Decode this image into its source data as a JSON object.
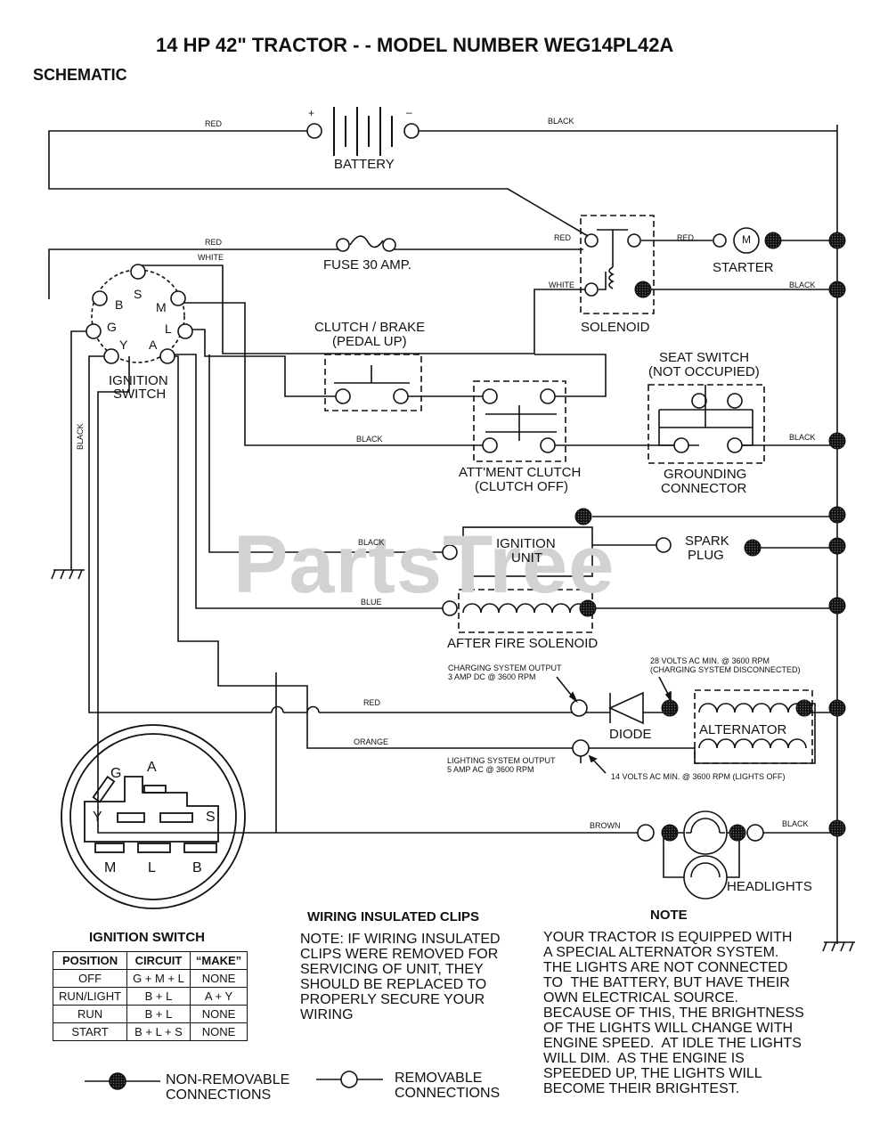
{
  "title": "14 HP 42\" TRACTOR - - MODEL NUMBER WEG14PL42A",
  "section": "SCHEMATIC",
  "watermark": "PartsTree",
  "components": {
    "battery": "BATTERY",
    "battery_pos": "+",
    "battery_neg": "–",
    "fuse": "FUSE 30 AMP.",
    "starter": "STARTER",
    "starter_symbol": "M",
    "solenoid": "SOLENOID",
    "ignition_switch_line1": "IGNITION",
    "ignition_switch_line2": "SWITCH",
    "clutch_brake_line1": "CLUTCH / BRAKE",
    "clutch_brake_line2": "(PEDAL UP)",
    "seat_switch_line1": "SEAT SWITCH",
    "seat_switch_line2": "(NOT OCCUPIED)",
    "attment_clutch_line1": "ATT'MENT CLUTCH",
    "attment_clutch_line2": "(CLUTCH OFF)",
    "grounding_connector_line1": "GROUNDING",
    "grounding_connector_line2": "CONNECTOR",
    "ignition_unit_line1": "IGNITION",
    "ignition_unit_line2": "UNIT",
    "spark_plug_line1": "SPARK",
    "spark_plug_line2": "PLUG",
    "after_fire_solenoid": "AFTER FIRE SOLENOID",
    "diode": "DIODE",
    "alternator": "ALTERNATOR",
    "headlights": "HEADLIGHTS"
  },
  "wire_labels": {
    "red_top": "RED",
    "black_top": "BLACK",
    "red_fuse": "RED",
    "white_switch": "WHITE",
    "red_solenoid": "RED",
    "red_starter": "RED",
    "white_solenoid": "WHITE",
    "black_solenoid": "BLACK",
    "black_left": "BLACK",
    "black_clutch": "BLACK",
    "black_seat": "BLACK",
    "black_ignition": "BLACK",
    "blue": "BLUE",
    "red_charging": "RED",
    "orange": "ORANGE",
    "brown": "BROWN",
    "black_headlights": "BLACK"
  },
  "annotations": {
    "charging_output_line1": "CHARGING SYSTEM OUTPUT",
    "charging_output_line2": "3 AMP DC @ 3600 RPM",
    "volts28_line1": "28 VOLTS AC MIN. @ 3600 RPM",
    "volts28_line2": "(CHARGING SYSTEM DISCONNECTED)",
    "lighting_output_line1": "LIGHTING SYSTEM OUTPUT",
    "lighting_output_line2": "5 AMP AC @ 3600 RPM",
    "volts14": "14 VOLTS AC MIN. @ 3600 RPM (LIGHTS OFF)"
  },
  "switch_terminals": {
    "S": "S",
    "B": "B",
    "M": "M",
    "G": "G",
    "L": "L",
    "Y": "Y",
    "A": "A"
  },
  "ignition_table": {
    "title": "IGNITION SWITCH",
    "headers": [
      "POSITION",
      "CIRCUIT",
      "“MAKE”"
    ],
    "rows": [
      [
        "OFF",
        "G + M + L",
        "NONE"
      ],
      [
        "RUN/LIGHT",
        "B + L",
        "A + Y"
      ],
      [
        "RUN",
        "B + L",
        "NONE"
      ],
      [
        "START",
        "B + L + S",
        "NONE"
      ]
    ]
  },
  "wiring_clips": {
    "heading": "WIRING INSULATED CLIPS",
    "lines": [
      "NOTE: IF WIRING INSULATED",
      "CLIPS WERE REMOVED FOR",
      "SERVICING OF UNIT, THEY",
      "SHOULD BE REPLACED TO",
      "PROPERLY SECURE YOUR",
      "WIRING"
    ]
  },
  "note": {
    "heading": "NOTE",
    "lines": [
      "YOUR TRACTOR IS EQUIPPED WITH",
      "A SPECIAL ALTERNATOR SYSTEM.",
      "THE LIGHTS ARE NOT CONNECTED",
      "TO  THE BATTERY, BUT HAVE THEIR",
      "OWN ELECTRICAL SOURCE.",
      "BECAUSE OF THIS, THE BRIGHTNESS",
      "OF THE LIGHTS WILL CHANGE WITH",
      "ENGINE SPEED.  AT IDLE THE LIGHTS",
      "WILL DIM.  AS THE ENGINE IS",
      "SPEEDED UP, THE LIGHTS WILL",
      "BECOME THEIR BRIGHTEST."
    ]
  },
  "legend": {
    "non_removable_line1": "NON-REMOVABLE",
    "non_removable_line2": "CONNECTIONS",
    "removable_line1": "REMOVABLE",
    "removable_line2": "CONNECTIONS"
  },
  "colors": {
    "ink": "#111111",
    "paper": "#ffffff",
    "watermark": "#d2d2d2"
  }
}
